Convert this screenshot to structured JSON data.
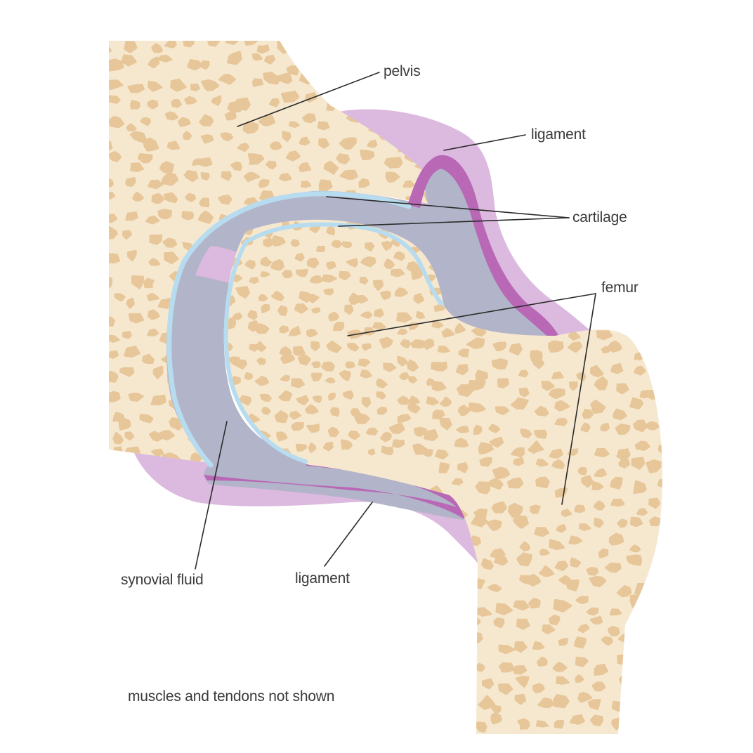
{
  "diagram": {
    "labels": {
      "pelvis": "pelvis",
      "ligament_top": "ligament",
      "cartilage": "cartilage",
      "femur": "femur",
      "synovial_fluid": "synovial fluid",
      "ligament_bottom": "ligament",
      "note": "muscles and tendons not shown"
    },
    "colors": {
      "bone": "#f6e8cf",
      "bone_spots": "#e7c79a",
      "ligament_outer": "#dcb9de",
      "ligament_inner": "#b868b5",
      "synovial_fluid": "#b2b4c9",
      "cartilage": "#b7dcef",
      "leader_line": "#2b2b2b",
      "text": "#3a3a3a"
    }
  }
}
